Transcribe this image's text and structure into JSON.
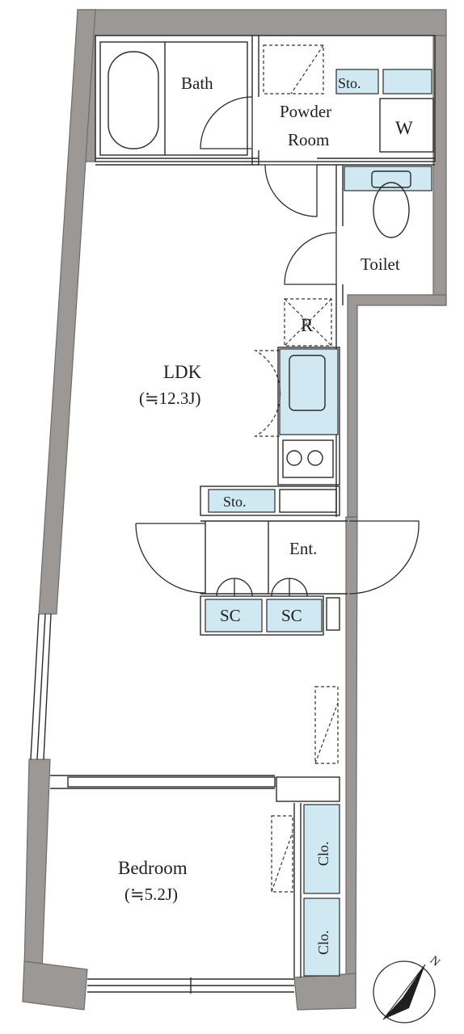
{
  "rooms": {
    "bath": "Bath",
    "storage_top": "Sto.",
    "powder_line1": "Powder",
    "powder_line2": "Room",
    "washer": "W",
    "toilet": "Toilet",
    "fridge": "R",
    "ldk": "LDK",
    "ldk_size": "(≒12.3J)",
    "storage_mid": "Sto.",
    "entrance": "Ent.",
    "shoe_closet_1": "SC",
    "shoe_closet_2": "SC",
    "bedroom": "Bedroom",
    "bedroom_size": "(≒5.2J)",
    "closet_1": "Clo.",
    "closet_2": "Clo."
  },
  "compass": {
    "label": "N"
  },
  "colors": {
    "wall": "#9b9896",
    "storage_fill": "#cfe8f2",
    "line": "#2b2b2b"
  }
}
